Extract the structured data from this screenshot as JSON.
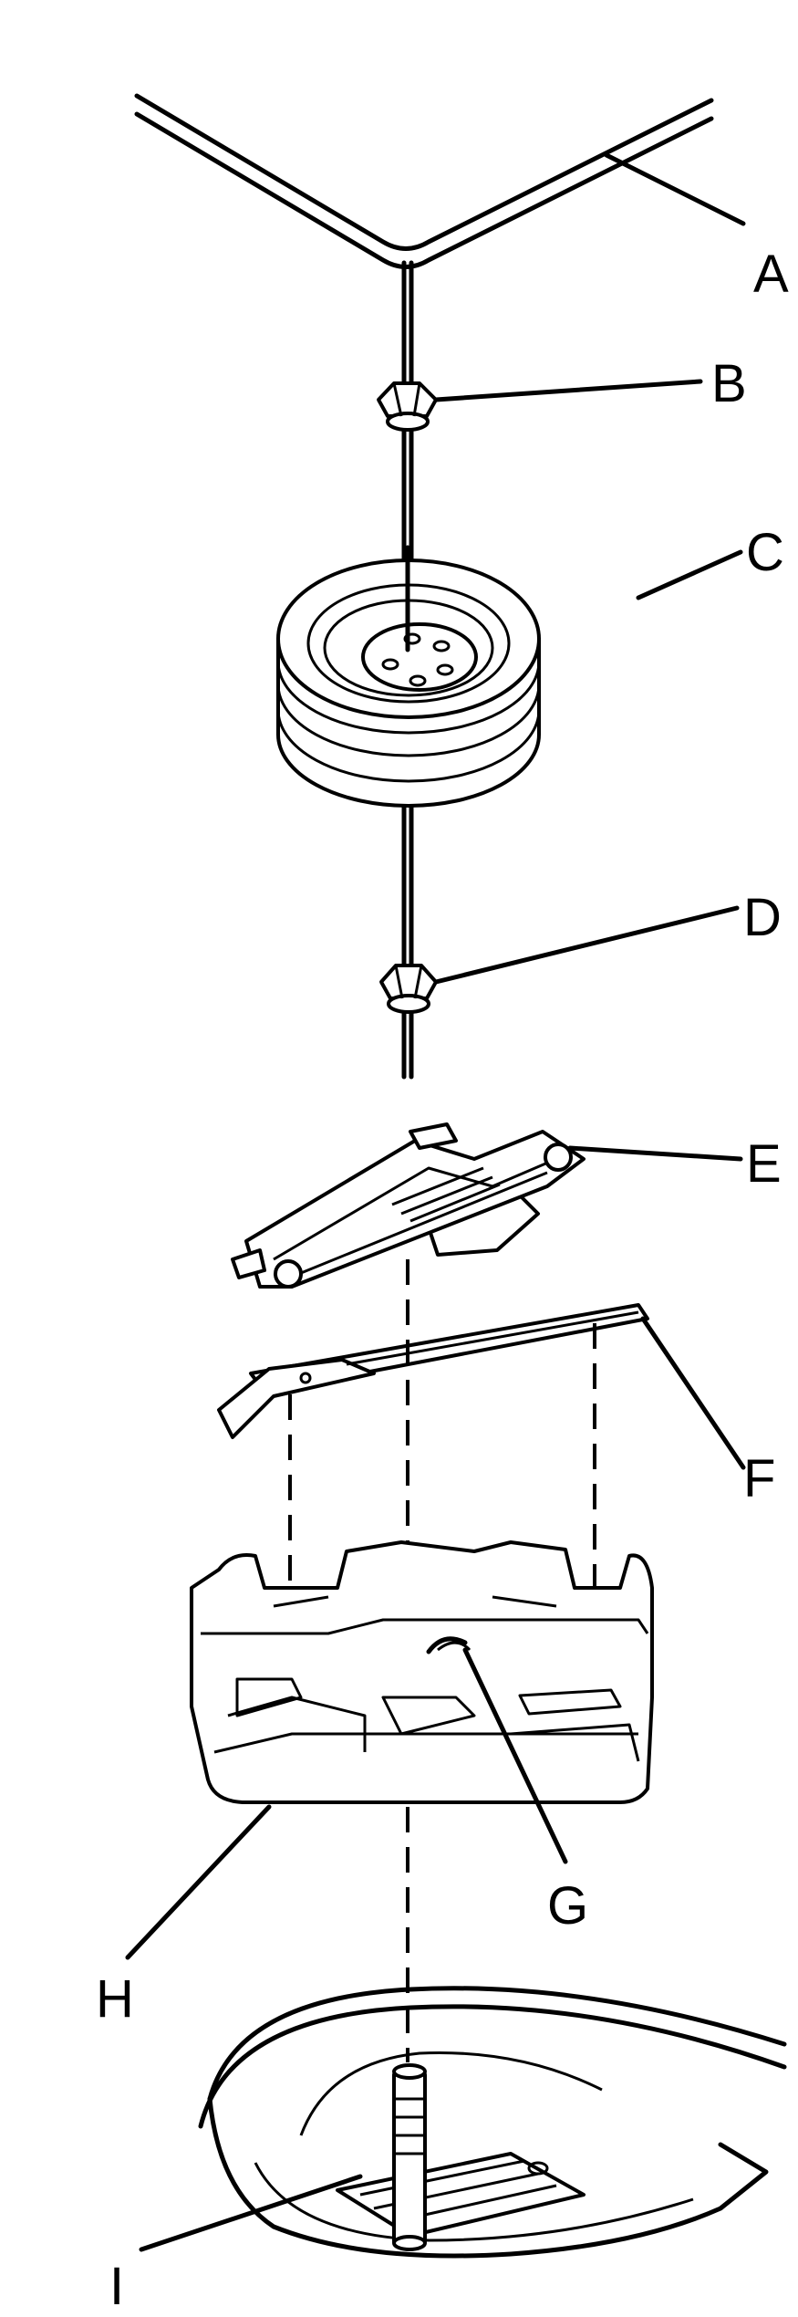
{
  "diagram": {
    "callouts": {
      "A": "A",
      "B": "B",
      "C": "C",
      "D": "D",
      "E": "E",
      "F": "F",
      "G": "G",
      "H": "H",
      "I": "I"
    },
    "colors": {
      "line": "#000000",
      "background": "#ffffff"
    }
  }
}
